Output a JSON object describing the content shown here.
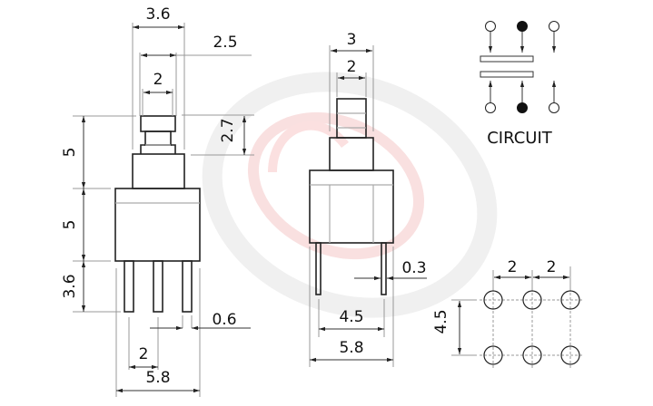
{
  "watermark": {
    "ring_color": "#f2f2f2",
    "swirl_color": "#fbe3e3"
  },
  "front_view": {
    "dims": {
      "top_width": "3.6",
      "cap_outer": "2.5",
      "cap_inner": "2",
      "cap_height": "2.7",
      "upper_height": "5",
      "body_height": "5",
      "pin_length": "3.6",
      "pin_pitch": "2",
      "pin_width": "0.6",
      "overall_width": "5.8"
    }
  },
  "side_view": {
    "dims": {
      "stem_width": "3",
      "button_width": "2",
      "pin_thickness": "0.3",
      "pin_span": "4.5",
      "overall_width": "5.8"
    }
  },
  "circuit": {
    "label": "CIRCUIT",
    "top_pins": [
      "open",
      "filled",
      "open"
    ],
    "bottom_pins": [
      "open",
      "filled",
      "open"
    ]
  },
  "footprint": {
    "dims": {
      "pitch_x_1": "2",
      "pitch_x_2": "2",
      "row_spacing": "4.5"
    },
    "rows": 2,
    "cols": 3
  }
}
